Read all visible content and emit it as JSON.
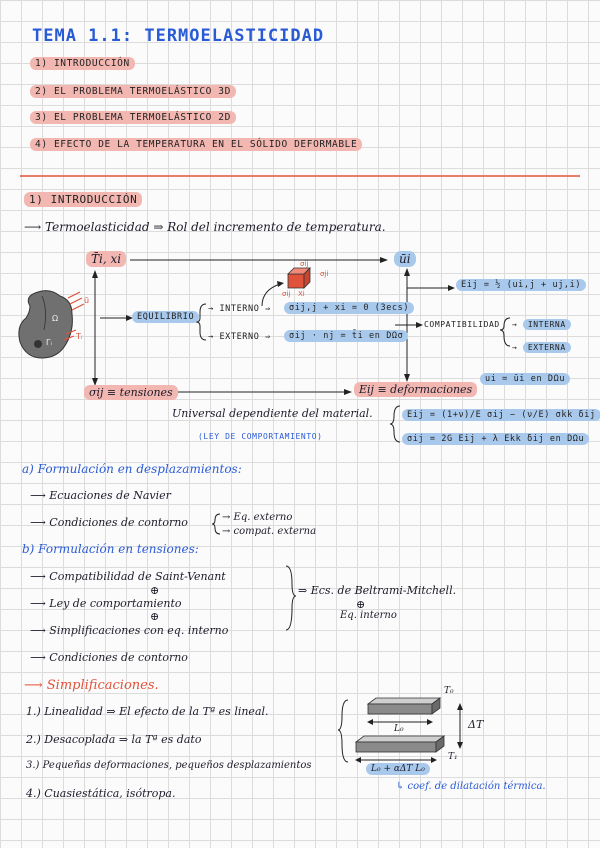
{
  "header": {
    "title": "TEMA 1.1: TERMOELASTICIDAD",
    "index": [
      {
        "num": "1)",
        "text": "INTRODUCCIÓN"
      },
      {
        "num": "2)",
        "text": "EL PROBLEMA TERMOELÁSTICO 3D"
      },
      {
        "num": "3)",
        "text": "EL PROBLEMA TERMOELÁSTICO 2D"
      },
      {
        "num": "4)",
        "text": "EFECTO DE LA TEMPERATURA EN EL SÓLIDO DEFORMABLE"
      }
    ]
  },
  "section1": {
    "heading": "1) INTRODUCCIÓN",
    "intro": "Termoelasticidad ⇒ Rol del incremento de temperatura.",
    "diagram": {
      "top_left": "T̄i, xi",
      "top_right": "ūi",
      "cube_labels": [
        "σij",
        "σji",
        "σij",
        "Xi"
      ],
      "body_labels": [
        "ū",
        "Tᵢ",
        "Ω",
        "Γᵢ"
      ],
      "equilibrio": "EQUILIBRIO",
      "interno": "INTERNO",
      "interno_eq": "σij,j + xi = 0  (3ecs)",
      "externo": "EXTERNO",
      "externo_eq": "σij · nj = t̄i en DΩσ",
      "compatibilidad": "COMPATIBILIDAD",
      "comp_interna": "INTERNA",
      "comp_externa": "EXTERNA",
      "strain_def": "Eij = ½ (ui,j + uj,i)",
      "disp_bc": "ui = ūi en DΩu",
      "tensiones": "σij ≡ tensiones",
      "deformaciones": "Eij ≡ deformaciones",
      "universal": "Universal dependiente del material.",
      "ley": "(LEY DE COMPORTAMIENTO)",
      "law1": "Eij = (1+ν)/E σij − (ν/E) σkk δij",
      "law2": "σij = 2G Eij + λ Ekk δij en DΩu"
    }
  },
  "formulations": {
    "a_title": "a) Formulación en desplazamientos:",
    "a_items": [
      "Ecuaciones de Navier",
      "Condiciones de contorno"
    ],
    "a_brace": [
      "→ Eq. externo",
      "→ compat. externa"
    ],
    "b_title": "b) Formulación en tensiones:",
    "b_items": [
      "Compatibilidad de Saint-Venant",
      "Ley de comportamiento",
      "Simplificaciones con eq. interno",
      "Condiciones de contorno"
    ],
    "plus": "⊕",
    "b_result": "⇒ Ecs. de Beltrami-Mitchell.",
    "b_result2": "Eq. interno"
  },
  "simplifications": {
    "title": "Simplificaciones.",
    "items": [
      "1.) Linealidad ⇒ El efecto de la Tª es lineal.",
      "2.) Desacoplada ⇒ la Tª es dato",
      "3.) Pequeñas deformaciones, pequeños desplazamientos",
      "4.) Cuasiestática, isótropa."
    ],
    "bar_labels": {
      "t0": "T₀",
      "t1": "T₁",
      "delta": "ΔT",
      "l0": "L₀",
      "l1": "L₀ + αΔT L₀"
    },
    "alpha_note": "↳ coef. de dilatación térmica."
  },
  "colors": {
    "blue": "#2a5bd6",
    "red": "#e0533a",
    "pink": "#f3b7b2",
    "lightblue": "#a9c9ec"
  }
}
